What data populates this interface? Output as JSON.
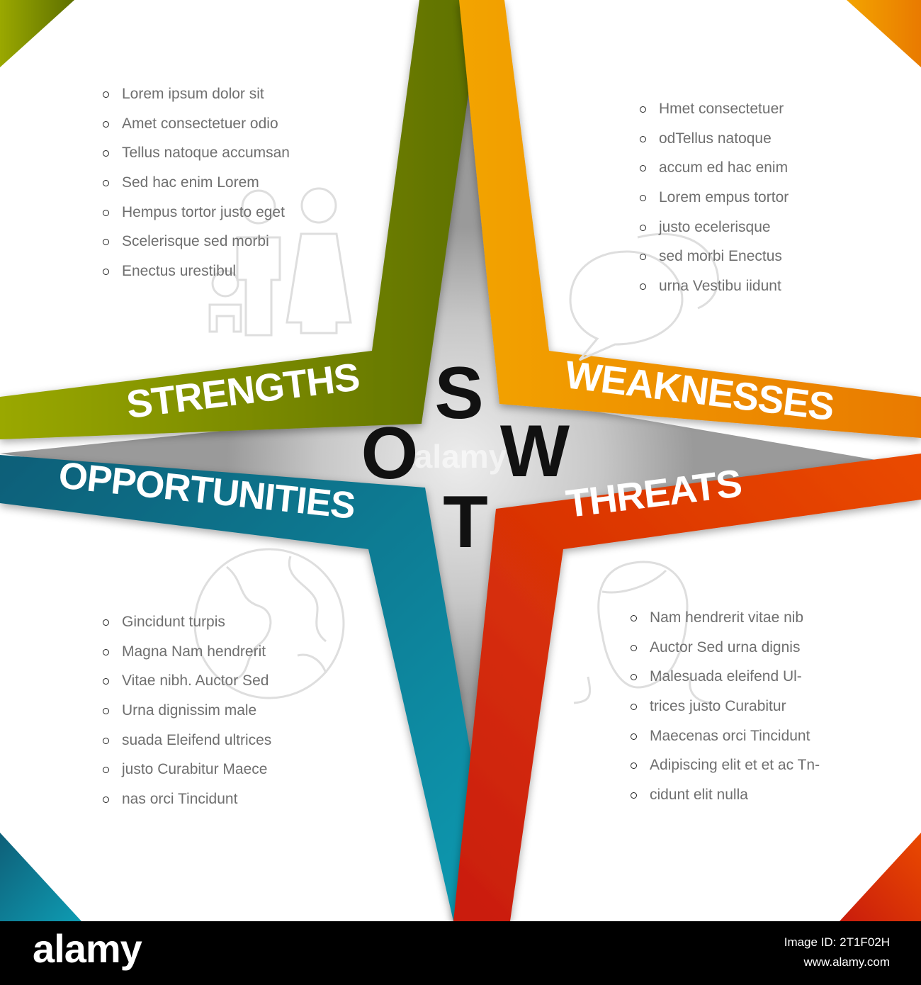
{
  "swot": {
    "letters": {
      "s": "S",
      "w": "W",
      "o": "O",
      "t": "T"
    },
    "strengths": {
      "label": "STRENGTHS",
      "color_light": "#9aa800",
      "color_dark": "#5e7000",
      "items": [
        "Lorem ipsum dolor sit",
        "Amet consectetuer odio",
        "Tellus natoque accumsan",
        "Sed hac enim Lorem",
        "Hempus tortor justo eget",
        "Scelerisque sed morbi",
        "Enectus urestibul"
      ]
    },
    "weaknesses": {
      "label": "WEAKNESSES",
      "color_light": "#f3a400",
      "color_dark": "#e97a00",
      "items": [
        "Hmet consectetuer",
        "odTellus natoque",
        "accum ed hac enim",
        "Lorem empus tortor",
        "justo ecelerisque",
        "sed morbi Enectus",
        "urna Vestibu iidunt"
      ]
    },
    "opportunities": {
      "label": "OPPORTUNITIES",
      "color_light": "#0e9bb2",
      "color_dark": "#0e5f78",
      "items": [
        "Gincidunt turpis",
        "Magna Nam hendrerit",
        "Vitae nibh. Auctor Sed",
        "Urna dignissim male",
        "suada Eleifend ultrices",
        "justo Curabitur Maece",
        "nas orci Tincidunt"
      ]
    },
    "threats": {
      "label": "THREATS",
      "color_light": "#ea4a00",
      "color_dark": "#c91c0c",
      "items": [
        "Nam hendrerit vitae nib",
        "Auctor Sed urna dignis",
        "Malesuada eleifend Ul-",
        "trices justo Curabitur",
        "Maecenas orci Tincidunt",
        "Adipiscing elit et et ac Tn-",
        "cidunt elit nulla"
      ]
    },
    "icons": {
      "strengths": "family-icon",
      "weaknesses": "speech-bubbles-icon",
      "opportunities": "globe-icon",
      "threats": "person-head-icon"
    }
  },
  "watermark": {
    "text": "alamy"
  },
  "footer": {
    "logo": "alamy",
    "image_id": "Image ID: 2T1F02H",
    "site": "www.alamy.com"
  }
}
